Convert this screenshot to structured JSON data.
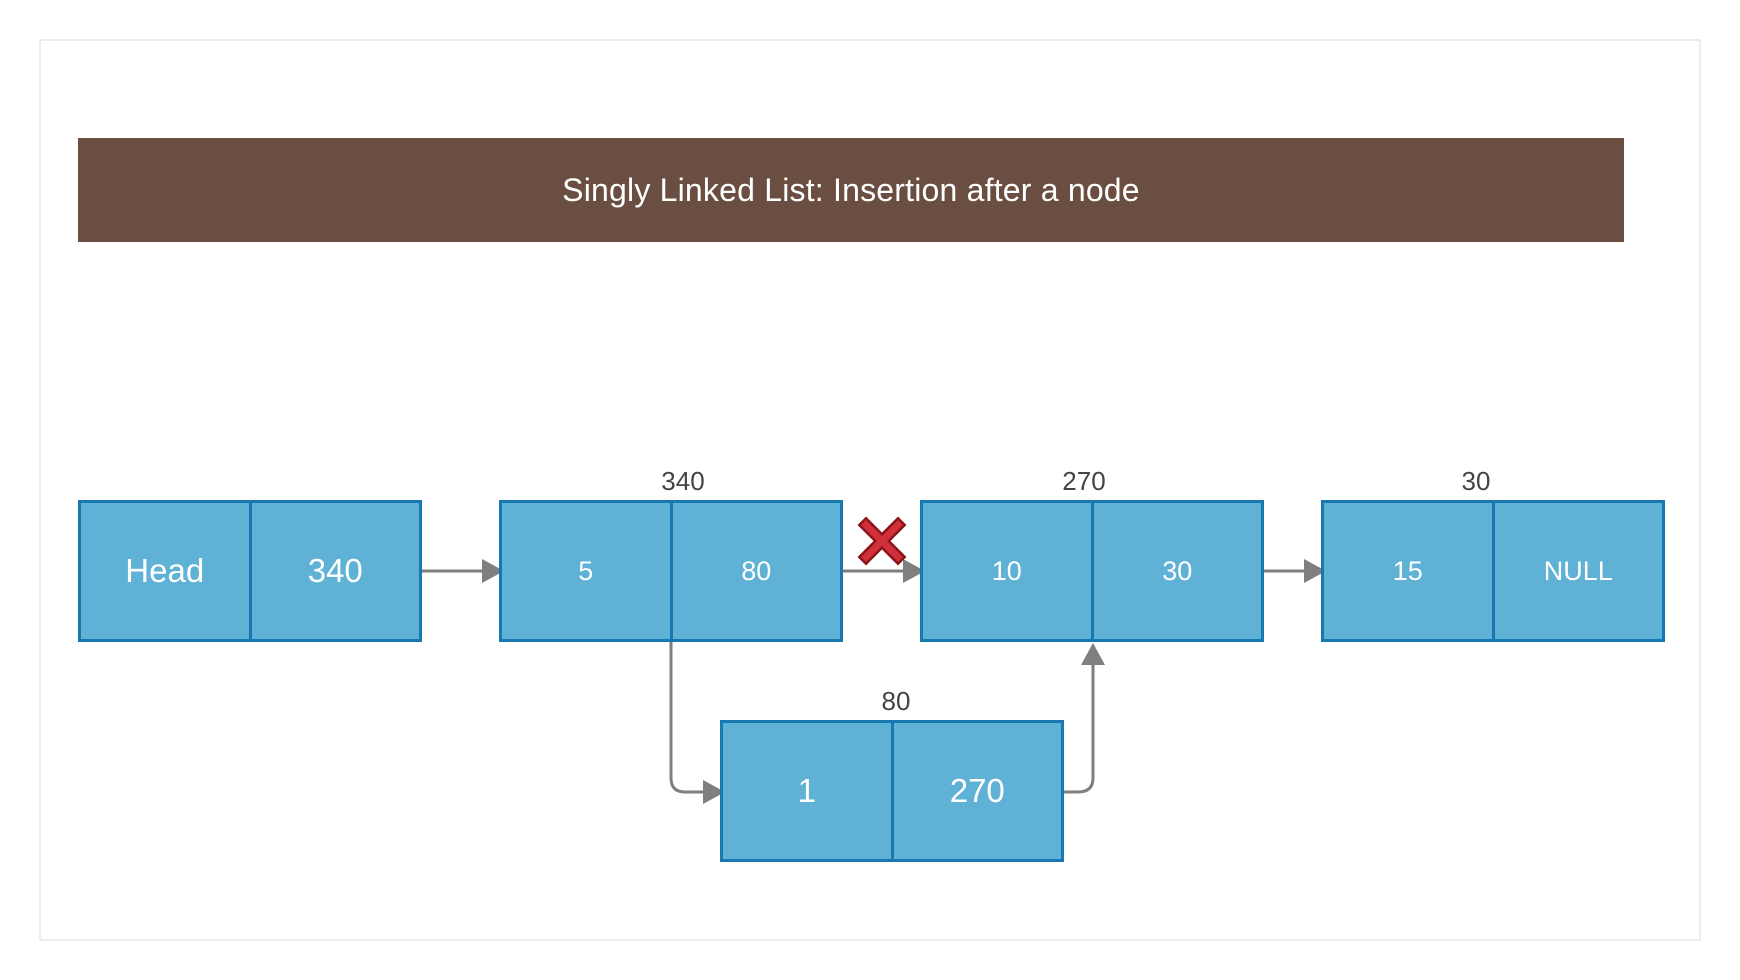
{
  "diagram": {
    "title": "Singly Linked List: Insertion after a node",
    "nodes": {
      "head": {
        "left": "Head",
        "right": "340"
      },
      "node_a": {
        "address": "340",
        "data": "5",
        "next": "80"
      },
      "node_b": {
        "address": "270",
        "data": "10",
        "next": "30"
      },
      "node_c": {
        "address": "30",
        "data": "15",
        "next": "NULL"
      },
      "inserted": {
        "address": "80",
        "data": "1",
        "next": "270"
      }
    },
    "colors": {
      "title_bar": "#6b4e42",
      "node_fill": "#5fb1d6",
      "node_border": "#1878b0",
      "arrow": "#7f7f7f",
      "removed_link_mark": "#c0202a"
    },
    "icons": {
      "removed_link": "x-mark-icon"
    }
  }
}
